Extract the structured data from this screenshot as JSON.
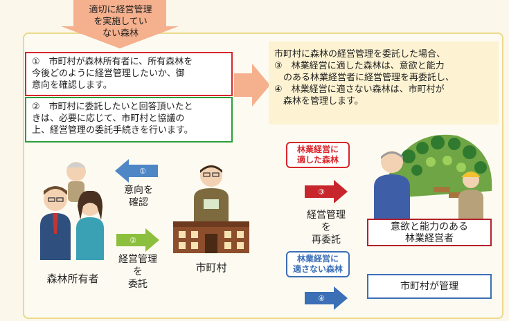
{
  "top_arrow": {
    "lines": [
      "適切に経営管理",
      "を実施してい",
      "ない森林"
    ]
  },
  "step1_box": {
    "lines": [
      "①　市町村が森林所有者に、所有森林を",
      "今後どのように経営管理したいか、御",
      "意向を確認します。"
    ]
  },
  "step2_box": {
    "lines": [
      "②　市町村に委託したいと回答頂いたと",
      "きは、必要に応じて、市町村と協議の",
      "上、経営管理の委託手続きを行います。"
    ]
  },
  "right_panel": {
    "lines": [
      "市町村に森林の経営管理を委託した場合、",
      "③　林業経営に適した森林は、意欲と能力",
      "　のある林業経営者に経営管理を再委託し、",
      "④　林業経営に適さない森林は、市町村が",
      "　森林を管理します。"
    ]
  },
  "arrow1": {
    "number": "①",
    "label_lines": [
      "意向を",
      "確認"
    ]
  },
  "arrow2": {
    "number": "②",
    "label_lines": [
      "経営管理",
      "を",
      "委託"
    ]
  },
  "arrow3": {
    "number": "③",
    "label_lines": [
      "経営管理",
      "を",
      "再委託"
    ]
  },
  "arrow4": {
    "number": "④"
  },
  "tag_suitable": {
    "lines": [
      "林業経営に",
      "適した森林"
    ]
  },
  "tag_unsuitable": {
    "lines": [
      "林業経営に",
      "適さない森林"
    ]
  },
  "owner_label": "森林所有者",
  "city_label": "市町村",
  "manager_box": {
    "lines": [
      "意欲と能力のある",
      "林業経営者"
    ]
  },
  "city_manage_box": "市町村が管理",
  "colors": {
    "red": "#d8262c",
    "green": "#2a9e3a",
    "blue": "#3b6fb6",
    "orange": "#f5a67e",
    "panel": "#fdf3d2"
  }
}
